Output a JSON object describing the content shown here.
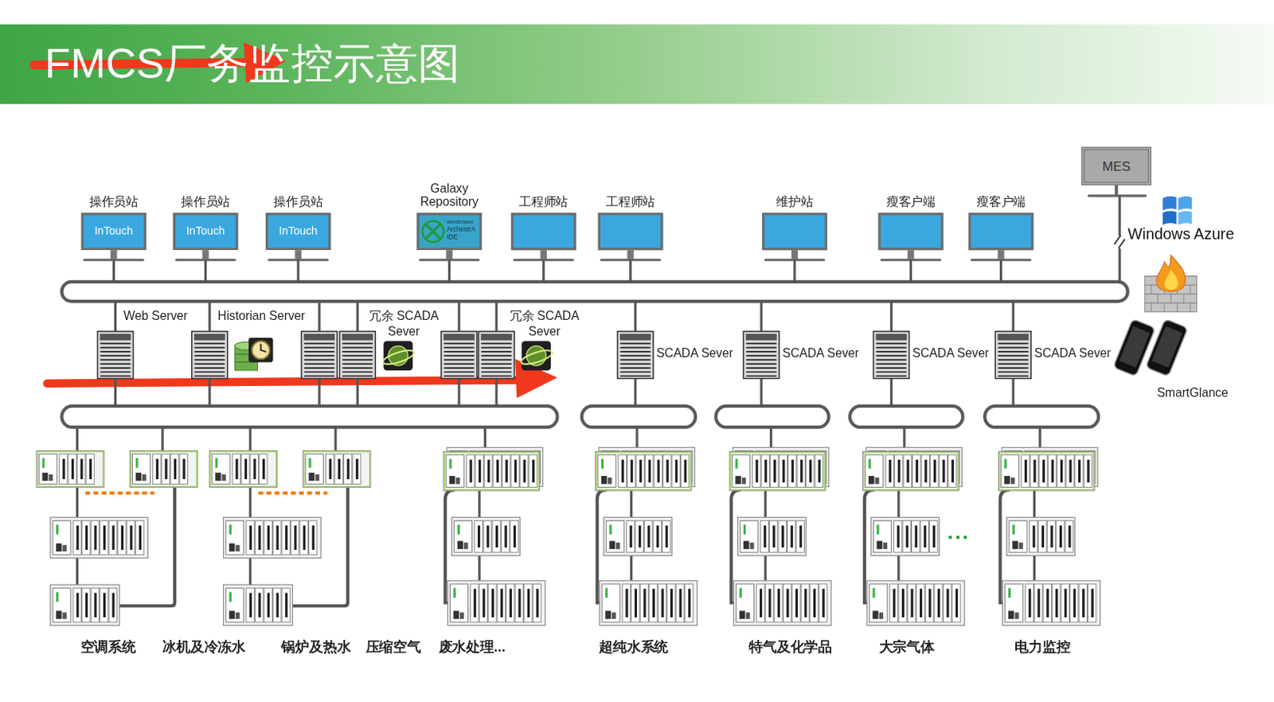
{
  "diagram": {
    "title": "FMCS厂务监控示意图",
    "nodes": [
      {
        "text": [
          "操作员站",
          "InTouch"
        ]
      },
      {
        "text": [
          "操作员站",
          "InTouch"
        ]
      },
      {
        "text": [
          "操作员站",
          "InTouch"
        ]
      },
      {
        "text": [
          "Galaxy Repository",
          "wonderware",
          "ArchestrA IDE"
        ]
      },
      {
        "text": [
          "工程师站"
        ]
      },
      {
        "text": [
          "工程师站"
        ]
      },
      {
        "text": [
          "维护站"
        ]
      },
      {
        "text": [
          "瘦客户端"
        ]
      },
      {
        "text": [
          "瘦客户端"
        ]
      },
      {
        "text": [
          "MES"
        ]
      }
    ],
    "labels": [
      "Windows Azure",
      "Web Server",
      "Historian Server",
      "冗余 SCADA Sever",
      "冗余 SCADA Sever",
      "SCADA Sever",
      "SCADA Sever",
      "SCADA Sever",
      "SCADA Sever",
      "SmartGlance",
      "...",
      "空调系统",
      "冰机及冷冻水",
      "锅炉及热水",
      "压缩空气",
      "废水处理...",
      "超纯水系统",
      "特气及化学品",
      "大宗气体",
      "电力监控"
    ]
  }
}
